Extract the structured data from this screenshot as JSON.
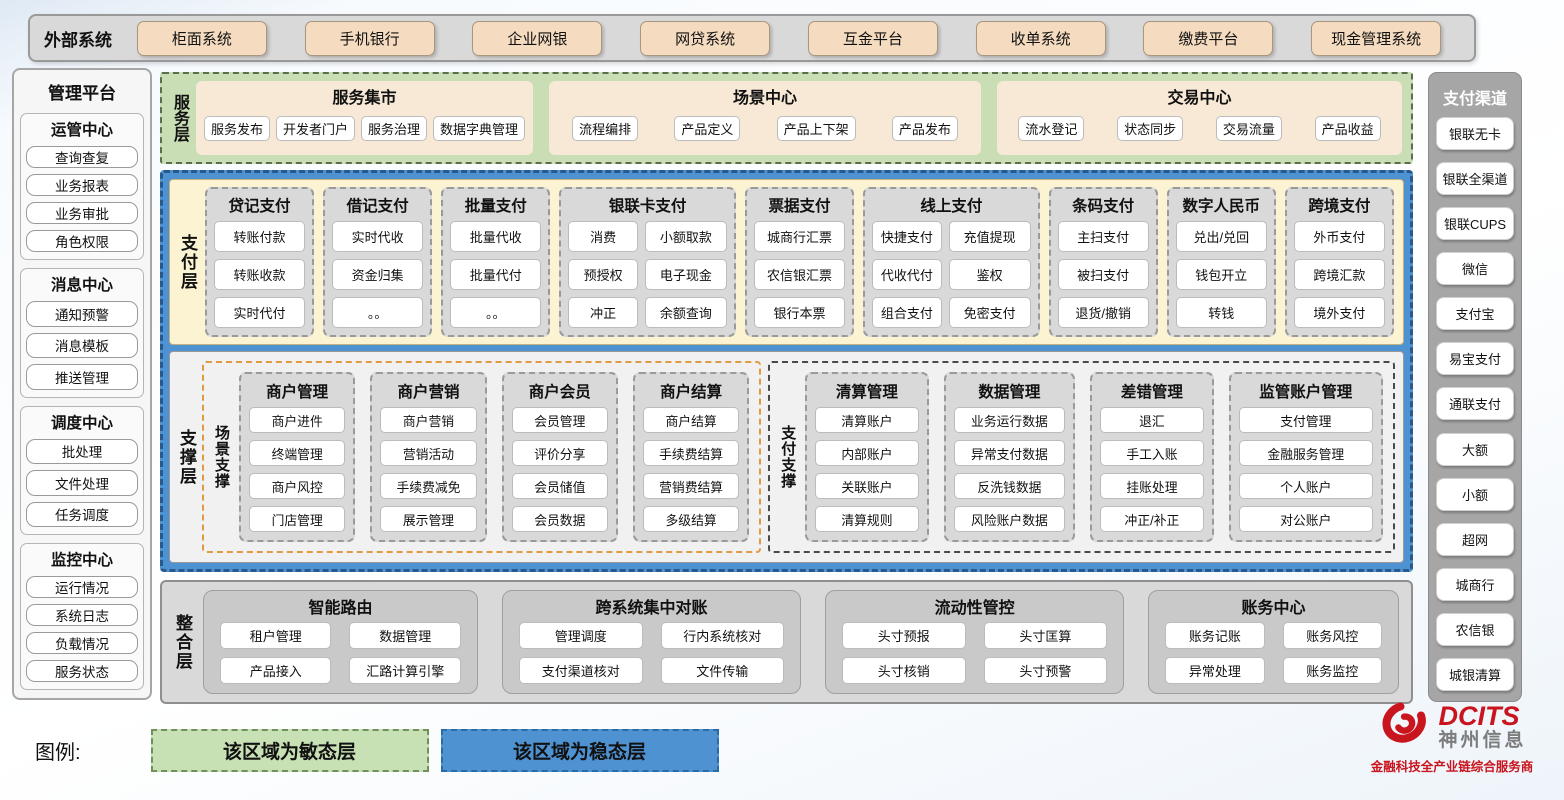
{
  "colors": {
    "accent_blue": "#4f92d2",
    "accent_green": "#c7e0b4",
    "panel_gray": "#d9d9d9",
    "tan_button": "#f5dcc0",
    "cream_panel": "#fcf3d3",
    "orange_dash": "#e09a42",
    "brand_red": "#c9151e"
  },
  "external_systems": {
    "label": "外部系统",
    "items": [
      "柜面系统",
      "手机银行",
      "企业网银",
      "网贷系统",
      "互金平台",
      "收单系统",
      "缴费平台",
      "现金管理系统"
    ]
  },
  "management_platform": {
    "title": "管理平台",
    "groups": [
      {
        "title": "运管中心",
        "items": [
          "查询查复",
          "业务报表",
          "业务审批",
          "角色权限"
        ]
      },
      {
        "title": "消息中心",
        "items": [
          "通知预警",
          "消息模板",
          "推送管理"
        ]
      },
      {
        "title": "调度中心",
        "items": [
          "批处理",
          "文件处理",
          "任务调度"
        ]
      },
      {
        "title": "监控中心",
        "items": [
          "运行情况",
          "系统日志",
          "负载情况",
          "服务状态"
        ]
      }
    ]
  },
  "service_layer": {
    "label": "服务层",
    "panels": [
      {
        "title": "服务集市",
        "items": [
          "服务发布",
          "开发者门户",
          "服务治理",
          "数据字典管理"
        ]
      },
      {
        "title": "场景中心",
        "items": [
          "流程编排",
          "产品定义",
          "产品上下架",
          "产品发布"
        ]
      },
      {
        "title": "交易中心",
        "items": [
          "流水登记",
          "状态同步",
          "交易流量",
          "产品收益"
        ]
      }
    ]
  },
  "payment_layer": {
    "label": "支付层",
    "columns": [
      {
        "title": "贷记支付",
        "items": [
          "转账付款",
          "转账收款",
          "实时代付"
        ]
      },
      {
        "title": "借记支付",
        "items": [
          "实时代收",
          "资金归集",
          "。。"
        ]
      },
      {
        "title": "批量支付",
        "items": [
          "批量代收",
          "批量代付",
          "。。"
        ]
      },
      {
        "title": "银联卡支付",
        "items": [
          "消费",
          "小额取款",
          "预授权",
          "电子现金",
          "冲正",
          "余额查询"
        ]
      },
      {
        "title": "票据支付",
        "items": [
          "城商行汇票",
          "农信银汇票",
          "银行本票"
        ]
      },
      {
        "title": "线上支付",
        "items": [
          "快捷支付",
          "充值提现",
          "代收代付",
          "鉴权",
          "组合支付",
          "免密支付"
        ]
      },
      {
        "title": "条码支付",
        "items": [
          "主扫支付",
          "被扫支付",
          "退货/撤销"
        ]
      },
      {
        "title": "数字人民币",
        "items": [
          "兑出/兑回",
          "钱包开立",
          "转钱"
        ]
      },
      {
        "title": "跨境支付",
        "items": [
          "外币支付",
          "跨境汇款",
          "境外支付"
        ]
      }
    ]
  },
  "support_layer": {
    "label": "支撑层",
    "groups": [
      {
        "label": "场景支撑",
        "columns": [
          {
            "title": "商户管理",
            "items": [
              "商户进件",
              "终端管理",
              "商户风控",
              "门店管理"
            ]
          },
          {
            "title": "商户营销",
            "items": [
              "商户营销",
              "营销活动",
              "手续费减免",
              "展示管理"
            ]
          },
          {
            "title": "商户会员",
            "items": [
              "会员管理",
              "评价分享",
              "会员储值",
              "会员数据"
            ]
          },
          {
            "title": "商户结算",
            "items": [
              "商户结算",
              "手续费结算",
              "营销费结算",
              "多级结算"
            ]
          }
        ]
      },
      {
        "label": "支付支撑",
        "columns": [
          {
            "title": "清算管理",
            "items": [
              "清算账户",
              "内部账户",
              "关联账户",
              "清算规则"
            ]
          },
          {
            "title": "数据管理",
            "items": [
              "业务运行数据",
              "异常支付数据",
              "反洗钱数据",
              "风险账户数据"
            ]
          },
          {
            "title": "差错管理",
            "items": [
              "退汇",
              "手工入账",
              "挂账处理",
              "冲正/补正"
            ]
          },
          {
            "title": "监管账户管理",
            "items": [
              "支付管理",
              "金融服务管理",
              "个人账户",
              "对公账户"
            ]
          }
        ]
      }
    ]
  },
  "integration_layer": {
    "label": "整合层",
    "panels": [
      {
        "title": "智能路由",
        "items": [
          "租户管理",
          "数据管理",
          "产品接入",
          "汇路计算引擎"
        ]
      },
      {
        "title": "跨系统集中对账",
        "items": [
          "管理调度",
          "行内系统核对",
          "支付渠道核对",
          "文件传输"
        ]
      },
      {
        "title": "流动性管控",
        "items": [
          "头寸预报",
          "头寸匡算",
          "头寸核销",
          "头寸预警"
        ]
      },
      {
        "title": "账务中心",
        "items": [
          "账务记账",
          "账务风控",
          "异常处理",
          "账务监控"
        ]
      }
    ]
  },
  "payment_channels": {
    "title": "支付渠道",
    "items": [
      "银联无卡",
      "银联全渠道",
      "银联CUPS",
      "微信",
      "支付宝",
      "易宝支付",
      "通联支付",
      "大额",
      "小额",
      "超网",
      "城商行",
      "农信银",
      "城银清算"
    ]
  },
  "legend": {
    "label": "图例:",
    "items": [
      {
        "text": "该区域为敏态层",
        "color": "#c7e0b4"
      },
      {
        "text": "该区域为稳态层",
        "color": "#4f92d2"
      }
    ]
  },
  "logo": {
    "brand": "DCITS",
    "name": "神州信息",
    "tagline": "金融科技全产业链综合服务商"
  }
}
